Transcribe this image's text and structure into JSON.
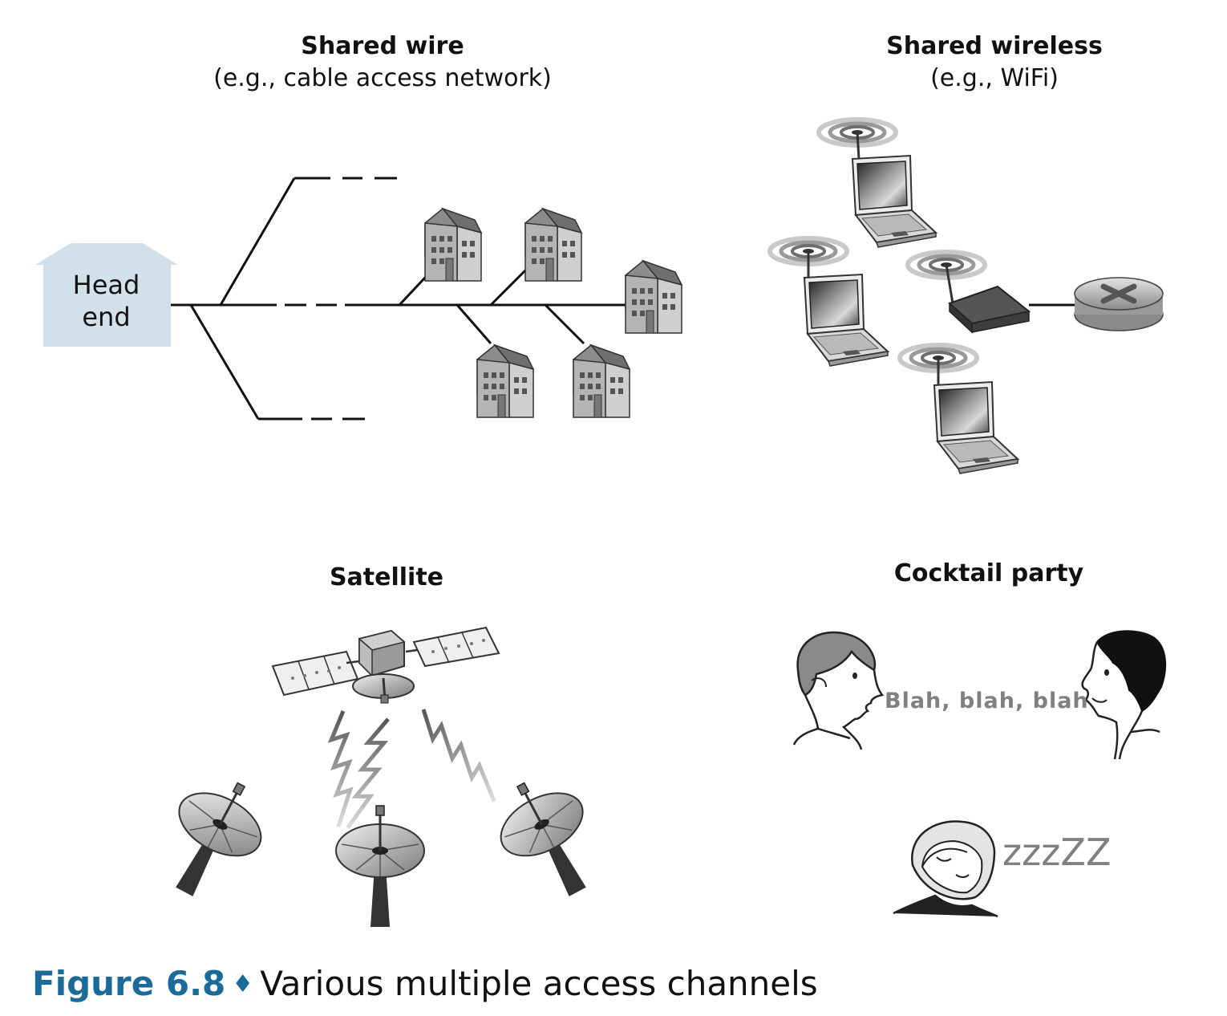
{
  "panels": {
    "shared_wire": {
      "title": "Shared wire",
      "subtitle": "(e.g., cable access network)",
      "head_end": "Head end"
    },
    "shared_wireless": {
      "title": "Shared wireless",
      "subtitle": "(e.g., WiFi)"
    },
    "satellite": {
      "title": "Satellite"
    },
    "cocktail_party": {
      "title": "Cocktail party",
      "speech": "Blah, blah, blah",
      "sleep": "zzzZZ"
    }
  },
  "caption": {
    "figure": "Figure 6.8",
    "text": "Various multiple access channels"
  },
  "colors": {
    "caption_accent": "#1a6a9a",
    "head_end_fill": "#d2e0ea",
    "speech_text": "#808080"
  }
}
